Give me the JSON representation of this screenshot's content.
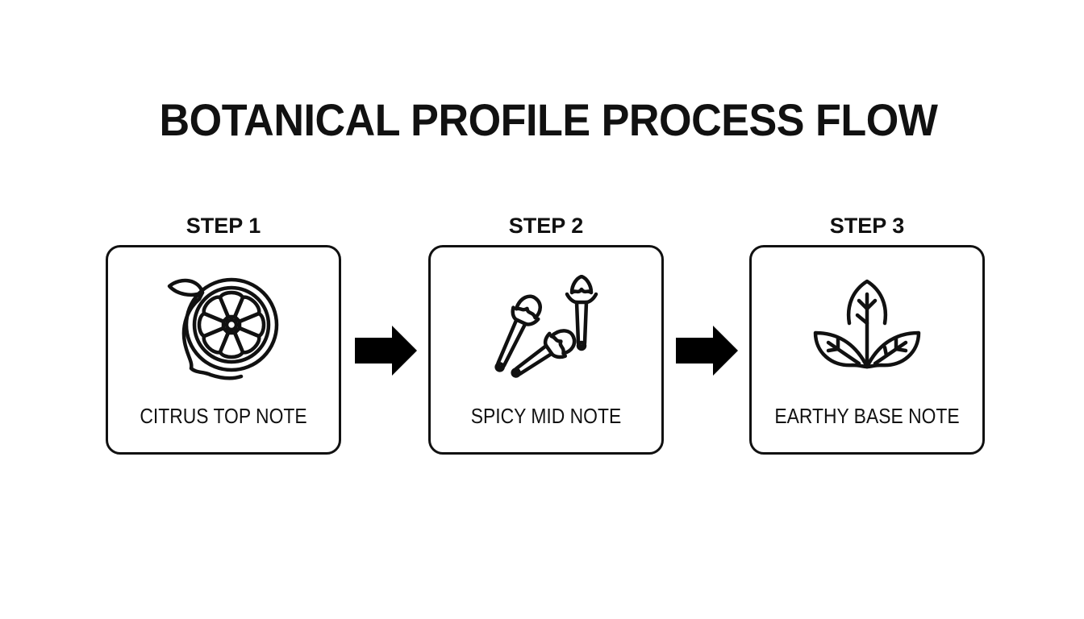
{
  "title": "BOTANICAL PROFILE PROCESS FLOW",
  "colors": {
    "background": "#ffffff",
    "ink": "#111111"
  },
  "steps": [
    {
      "label": "STEP 1",
      "caption": "CITRUS TOP NOTE",
      "icon": "citrus-lemon-slice-icon"
    },
    {
      "label": "STEP 2",
      "caption": "SPICY MID NOTE",
      "icon": "cloves-icon"
    },
    {
      "label": "STEP 3",
      "caption": "EARTHY BASE NOTE",
      "icon": "three-leaves-icon"
    }
  ],
  "connectors": [
    {
      "from": "STEP 1",
      "to": "STEP 2",
      "icon": "arrow-right-icon"
    },
    {
      "from": "STEP 2",
      "to": "STEP 3",
      "icon": "arrow-right-icon"
    }
  ]
}
